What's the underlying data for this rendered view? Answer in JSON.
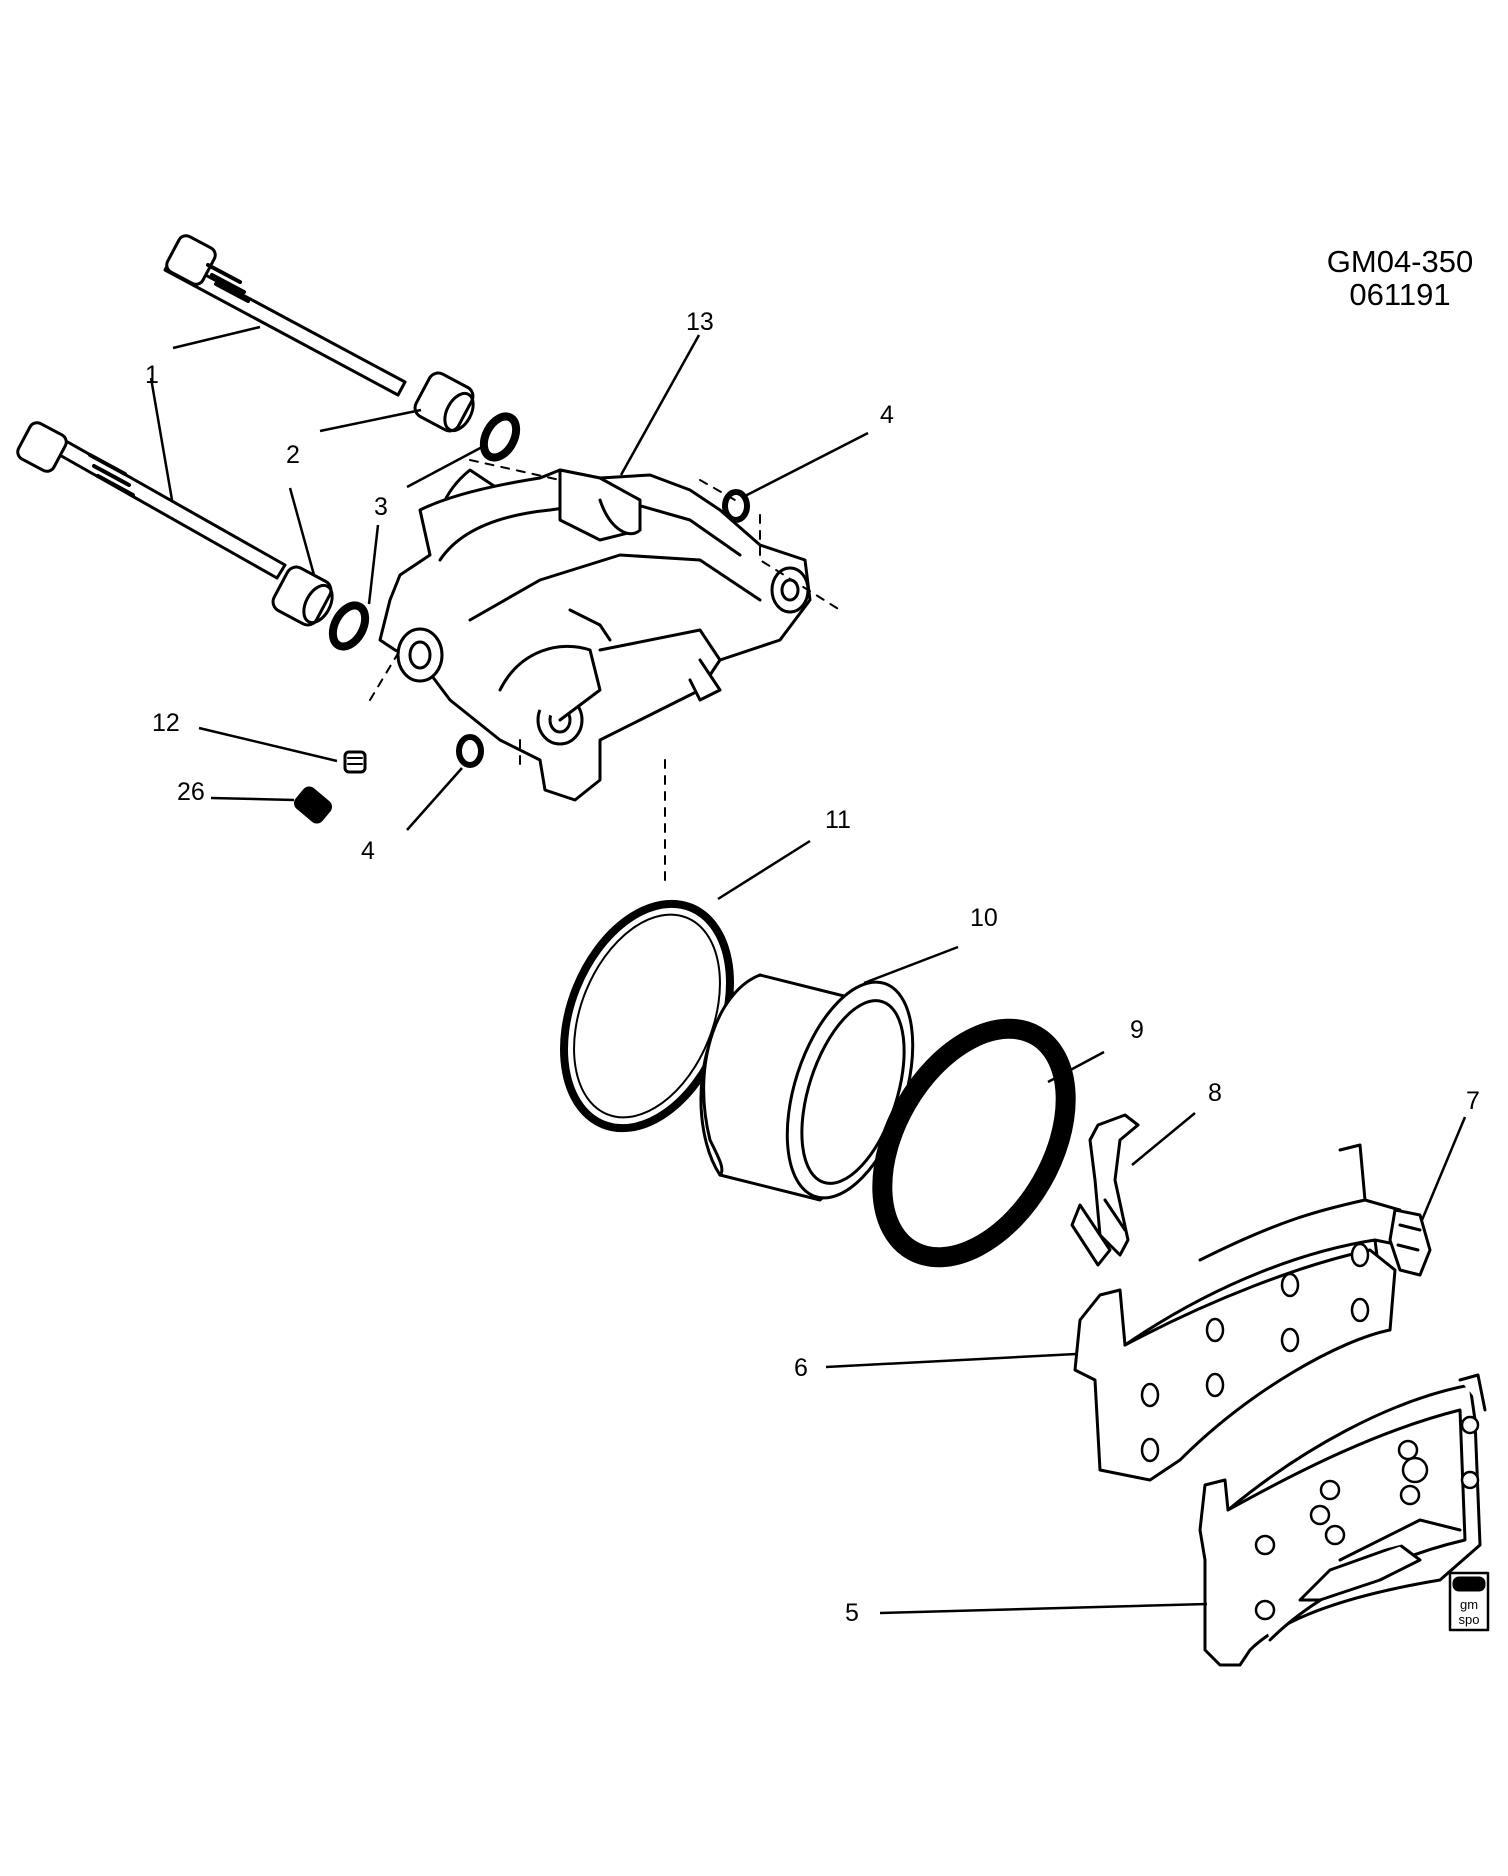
{
  "diagram": {
    "drawing_code": "GM04-350",
    "drawing_date": "061191",
    "logo_text": "gm spo",
    "callouts": {
      "bolt": "1",
      "bushing": "2",
      "bushing_seal": "3",
      "boot": "4",
      "inboard_pad": "5",
      "outboard_pad": "6",
      "wear_sensor": "7",
      "retainer_spring": "8",
      "piston_seal": "9",
      "piston": "10",
      "piston_boot": "11",
      "bleeder_valve": "12",
      "caliper_housing": "13",
      "bleeder_cap": "26"
    }
  }
}
